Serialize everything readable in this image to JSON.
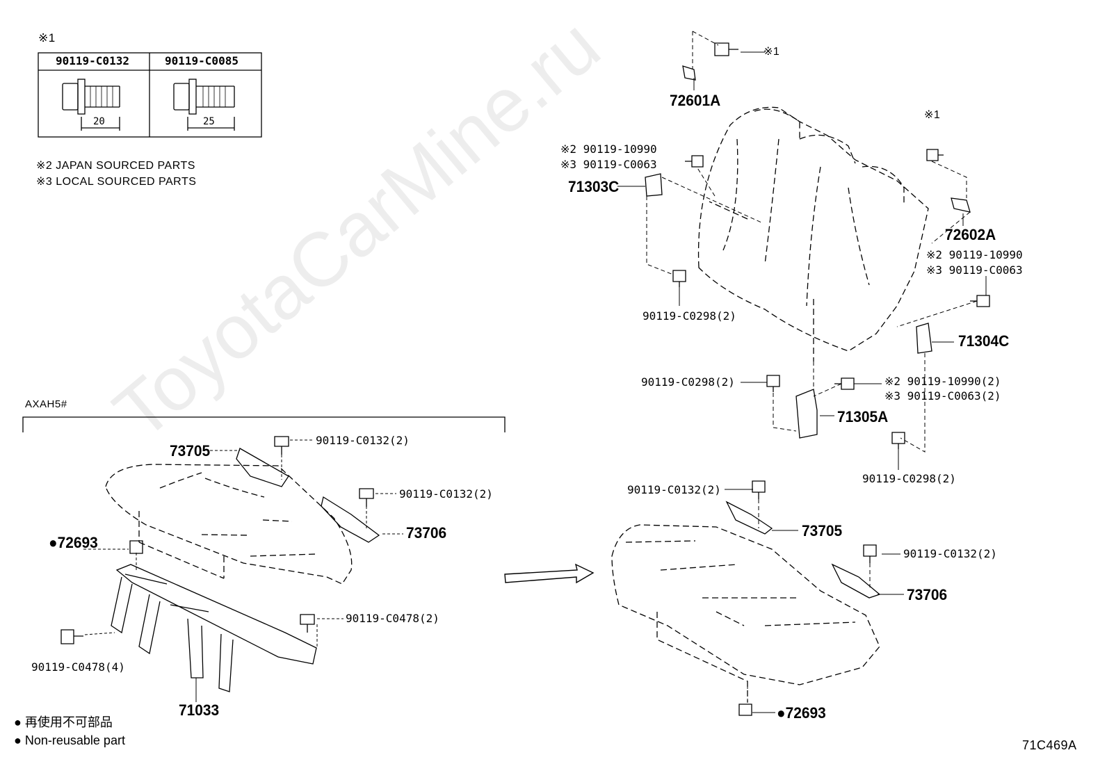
{
  "watermark": "ToyotaCarMine.ru",
  "ref_table": {
    "marker": "※1",
    "columns": [
      "90119-C0132",
      "90119-C0085"
    ],
    "dims": [
      "20",
      "25"
    ]
  },
  "notes": {
    "japan": "※2 JAPAN SOURCED PARTS",
    "local": "※3 LOCAL SOURCED PARTS"
  },
  "variant_label": "AXAH5#",
  "left_group": {
    "p73705": "73705",
    "b_c0132_a": "90119-C0132(2)",
    "b_c0132_b": "90119-C0132(2)",
    "p73706": "73706",
    "p72693": "●72693",
    "b_c0478_2": "90119-C0478(2)",
    "b_c0478_4": "90119-C0478(4)",
    "p71033": "71033"
  },
  "right_top": {
    "b_marker_top": "※1",
    "p72601A": "72601A",
    "b_10990_l": "※2 90119-10990",
    "b_c0063_l": "※3 90119-C0063",
    "p71303C": "71303C",
    "b_c0298_l": "90119-C0298(2)",
    "marker_r": "※1",
    "p72602A": "72602A",
    "b_10990_r": "※2 90119-10990",
    "b_c0063_r": "※3 90119-C0063",
    "p71304C": "71304C",
    "b_c0298_m": "90119-C0298(2)",
    "b_10990_m": "※2 90119-10990(2)",
    "b_c0063_m": "※3 90119-C0063(2)",
    "p71305A": "71305A",
    "b_c0298_b": "90119-C0298(2)"
  },
  "right_bottom": {
    "b_c0132_a": "90119-C0132(2)",
    "p73705": "73705",
    "b_c0132_b": "90119-C0132(2)",
    "p73706": "73706",
    "p72693": "●72693"
  },
  "legend": {
    "jp": "● 再使用不可部品",
    "en": "● Non-reusable part"
  },
  "figure_code": "71C469A"
}
